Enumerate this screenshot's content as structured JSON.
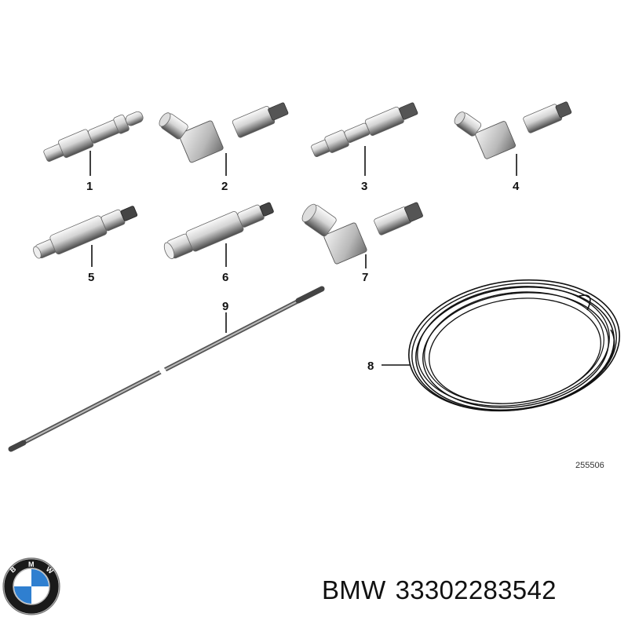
{
  "parts": [
    {
      "number": "1",
      "kind": "straight-connector"
    },
    {
      "number": "2",
      "kind": "angled-connector"
    },
    {
      "number": "3",
      "kind": "straight-connector"
    },
    {
      "number": "4",
      "kind": "angled-connector"
    },
    {
      "number": "5",
      "kind": "straight-connector"
    },
    {
      "number": "6",
      "kind": "straight-connector"
    },
    {
      "number": "7",
      "kind": "angled-connector"
    },
    {
      "number": "8",
      "kind": "coiled-cable"
    },
    {
      "number": "9",
      "kind": "rod"
    }
  ],
  "diagram_code": "255506",
  "caption": {
    "brand": "BMW",
    "part_number": "33302283542"
  },
  "colors": {
    "ink": "#111111",
    "metal_light": "#e6e6e6",
    "metal_dark": "#6a6a6a",
    "logo_blue": "#2f7fd0"
  }
}
